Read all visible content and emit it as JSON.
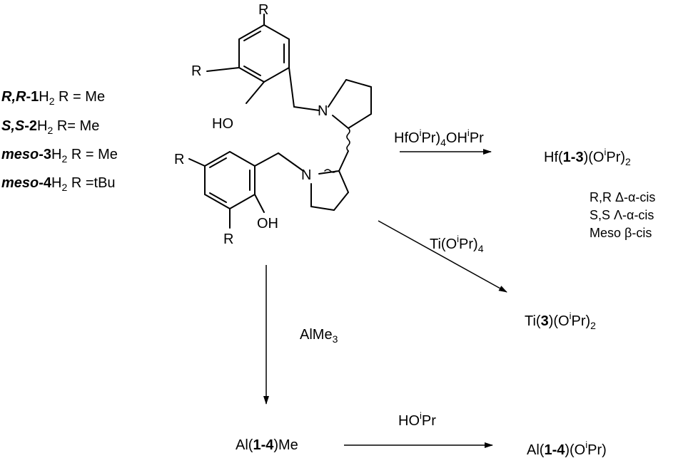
{
  "ligands": [
    {
      "stereo": "R,R",
      "num": "1",
      "h2": "H",
      "h2_sub": "2",
      "rtext": " R = Me"
    },
    {
      "stereo": "S,S",
      "num": "2",
      "h2": "H",
      "h2_sub": "2",
      "rtext": "  R= Me"
    },
    {
      "stereo": "meso",
      "num": "3",
      "h2": "H",
      "h2_sub": "2",
      "rtext": " R = Me"
    },
    {
      "stereo": "meso",
      "num": "4",
      "h2": "H",
      "h2_sub": "2",
      "rtext": " R =tBu"
    }
  ],
  "structure": {
    "r": "R",
    "oh_top": "HO",
    "oh_bottom": "OH",
    "n": "N"
  },
  "reactions": {
    "hf_reagent": {
      "a": "HfO",
      "sup1": "i",
      "b": "Pr)",
      "sub": "4",
      "c": "OH",
      "sup2": "i",
      "d": "Pr"
    },
    "hf_product": {
      "a": "Hf(",
      "bold": "1-3",
      "b": ")(O",
      "sup": "i",
      "c": "Pr)",
      "sub": "2"
    },
    "hf_isomers": [
      "R,R Δ-α-cis",
      "S,S Λ-α-cis",
      "Meso β-cis"
    ],
    "ti_reagent": {
      "a": "Ti(O",
      "sup": "i",
      "b": "Pr)",
      "sub": "4"
    },
    "ti_product": {
      "a": "Ti(",
      "bold": "3",
      "b": ")(O",
      "sup": "i",
      "c": "Pr)",
      "sub": "2"
    },
    "al_reagent": {
      "a": "AlMe",
      "sub": "3"
    },
    "al_product": {
      "a": "Al(",
      "bold": "1-4",
      "b": ")Me"
    },
    "hopr_reagent": {
      "a": "HO",
      "sup": "i",
      "b": "Pr"
    },
    "al_final": {
      "a": "Al(",
      "bold": "1-4",
      "b": ")(O",
      "sup": "i",
      "c": "Pr)"
    }
  }
}
